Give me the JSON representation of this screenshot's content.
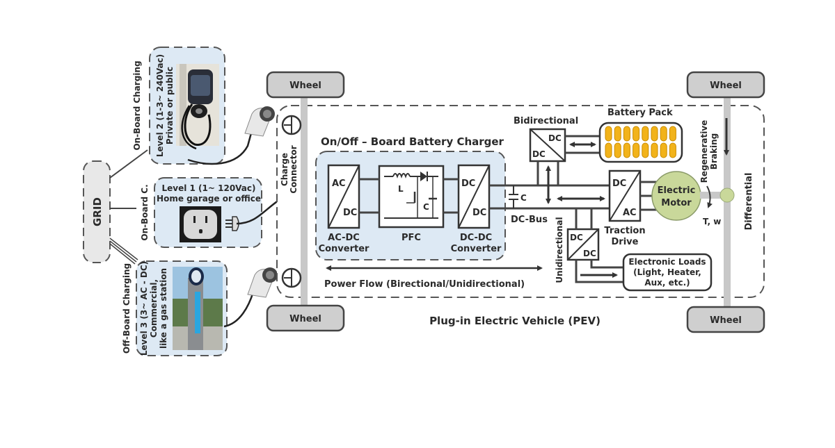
{
  "title": "Plug-in Electric Vehicle (PEV)",
  "grid": {
    "label": "GRID"
  },
  "charging": {
    "level2": {
      "group_label": "On-Board Charging",
      "title": "Level 2 (1-3~ 240Vac)",
      "subtitle": "Private or public",
      "image": "wall-mounted-charger"
    },
    "level1": {
      "group_label": "On-Board C.",
      "title": "Level 1 (1~ 120Vac)",
      "subtitle": "Home garage or office",
      "image": "wall-outlet"
    },
    "level3": {
      "group_label": "Off-Board Charging",
      "title": "Level 3 (3~ AC - DC)",
      "subtitle1": "Commercial,",
      "subtitle2": "like a gas station",
      "image": "dc-fast-charging-station"
    }
  },
  "vehicle": {
    "charge_connector": {
      "line1": "Charge",
      "line2": "Connector"
    },
    "wheels": [
      "Wheel",
      "Wheel",
      "Wheel",
      "Wheel"
    ],
    "charger_group_title": "On/Off – Board Battery Charger",
    "acdc": {
      "top": "AC",
      "bottom": "DC",
      "caption1": "AC-DC",
      "caption2": "Converter"
    },
    "pfc": {
      "inductor": "L",
      "capacitor": "C",
      "caption": "PFC"
    },
    "dcdc": {
      "top": "DC",
      "bottom": "DC",
      "caption1": "DC-DC",
      "caption2": "Converter"
    },
    "dc_bus": {
      "capacitor": "C",
      "label": "DC-Bus"
    },
    "bidirectional": {
      "label": "Bidirectional",
      "top": "DC",
      "bottom": "DC"
    },
    "battery": {
      "label": "Battery Pack",
      "cells": 16,
      "cell_color": "#f2b31a"
    },
    "traction": {
      "top": "DC",
      "bottom": "AC",
      "caption1": "Traction",
      "caption2": "Drive"
    },
    "motor": {
      "line1": "Electric",
      "line2": "Motor",
      "color": "#c9d89a",
      "torque": "T, w"
    },
    "unidirectional": {
      "label": "Unidirectional",
      "top": "DC",
      "bottom": "DC"
    },
    "loads": {
      "line1": "Electronic Loads",
      "line2": "(Light, Heater,",
      "line3": "Aux, etc.)"
    },
    "regen": {
      "line1": "Regenerative",
      "line2": "Braking"
    },
    "differential": "Differential",
    "power_flow": "Power Flow (Birectional/Unidirectional)"
  },
  "colors": {
    "panel_fill": "#dde9f4",
    "wheel_fill": "#cfcfcf"
  }
}
